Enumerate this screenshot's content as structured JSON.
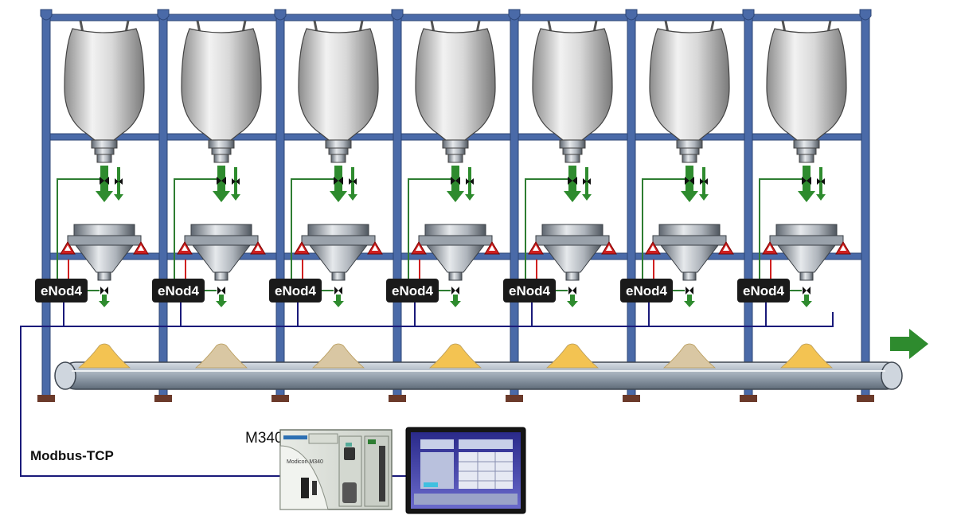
{
  "station_count": 7,
  "module_label": "eNod4",
  "network_label": "Modbus-TCP",
  "plc_label": "M340",
  "plc_face_text": "Modicon M340",
  "colors": {
    "frame": "#4a6aa8",
    "frame_dark": "#2c4576",
    "signal_line": "#2e7d32",
    "flow_arrow": "#2e8b2e",
    "network_line": "#1a1a7a",
    "module_bg": "#1a1a1a",
    "sensor_red": "#d02020",
    "belt": "#b9c3cf",
    "base": "#6b3a2a"
  },
  "stations": [
    {
      "pile_color": "#f3c352"
    },
    {
      "pile_color": "#d9c7a3"
    },
    {
      "pile_color": "#d9c7a3"
    },
    {
      "pile_color": "#f3c352"
    },
    {
      "pile_color": "#f3c352"
    },
    {
      "pile_color": "#d9c7a3"
    },
    {
      "pile_color": "#f3c352"
    }
  ],
  "output_arrow_icon": "arrow-right-icon"
}
